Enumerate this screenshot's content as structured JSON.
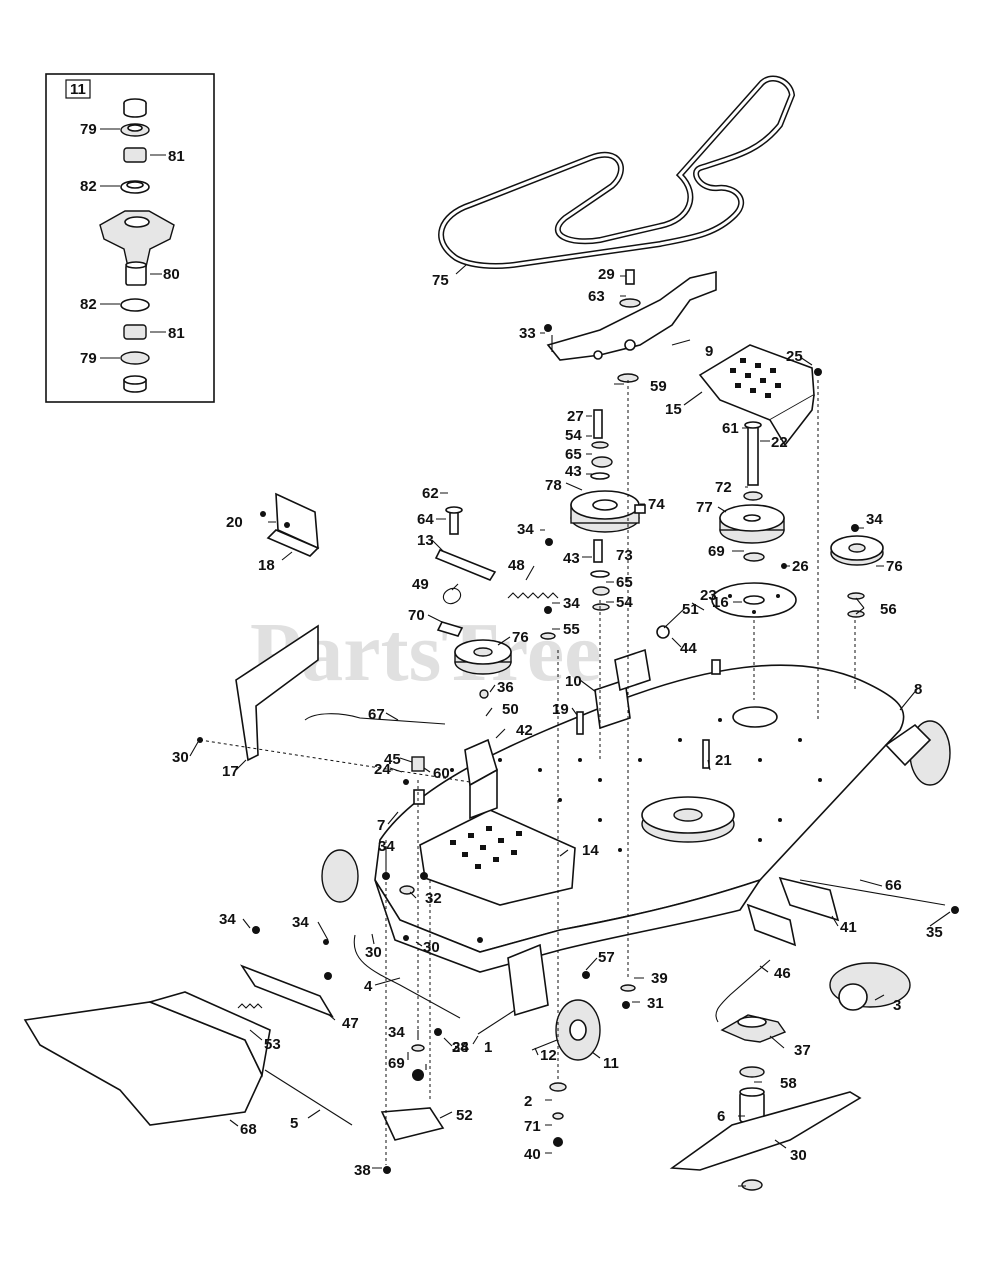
{
  "watermark": "PartsTree",
  "inset": {
    "title": "11",
    "labels": [
      "79",
      "81",
      "82",
      "80",
      "82",
      "81",
      "79"
    ]
  },
  "callouts": [
    "75",
    "29",
    "63",
    "33",
    "9",
    "59",
    "25",
    "15",
    "27",
    "54",
    "65",
    "43",
    "78",
    "74",
    "61",
    "22",
    "62",
    "20",
    "64",
    "34",
    "13",
    "72",
    "77",
    "18",
    "48",
    "43",
    "73",
    "65",
    "54",
    "69",
    "26",
    "34",
    "76",
    "49",
    "70",
    "76",
    "34",
    "55",
    "23",
    "51",
    "16",
    "56",
    "44",
    "10",
    "36",
    "67",
    "50",
    "19",
    "42",
    "8",
    "30",
    "17",
    "45",
    "24",
    "60",
    "21",
    "7",
    "14",
    "34",
    "32",
    "66",
    "34",
    "34",
    "30",
    "30",
    "41",
    "35",
    "4",
    "34",
    "57",
    "39",
    "31",
    "46",
    "3",
    "47",
    "53",
    "34",
    "28",
    "1",
    "12",
    "11",
    "37",
    "69",
    "58",
    "2",
    "68",
    "5",
    "52",
    "71",
    "6",
    "30",
    "38",
    "40"
  ]
}
